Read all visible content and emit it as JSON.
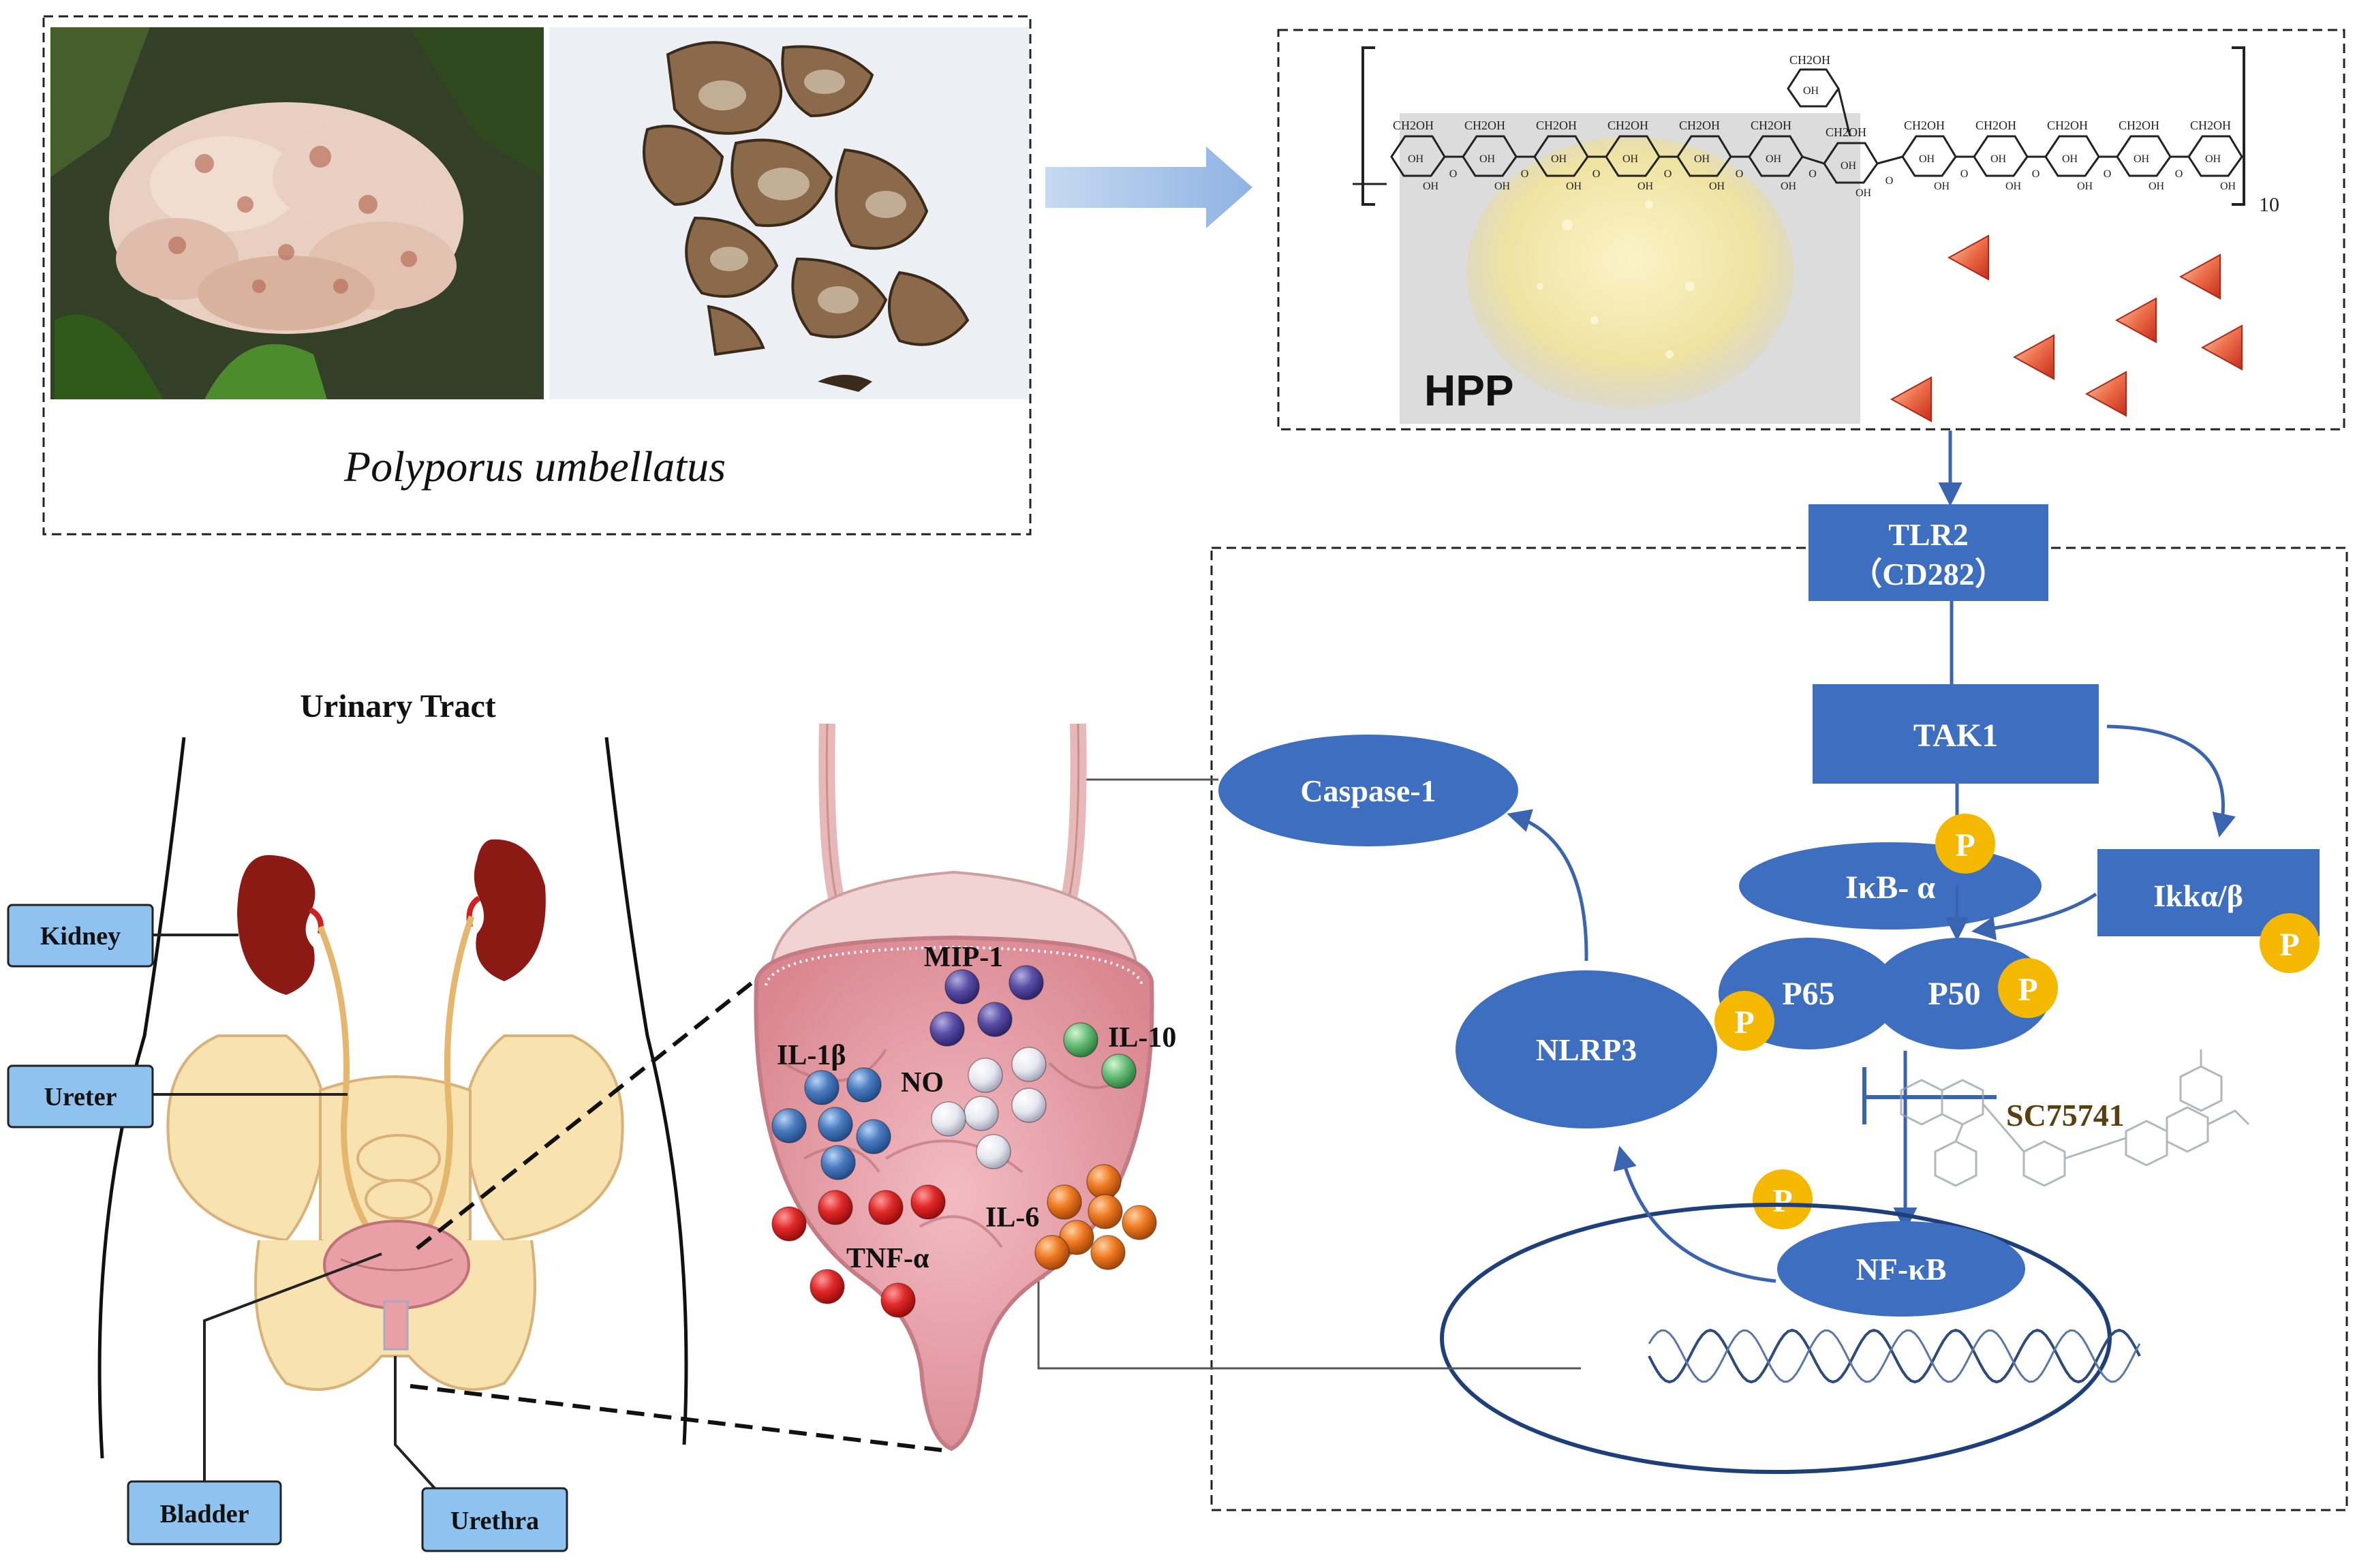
{
  "source": {
    "species": "Polyporus umbellatus"
  },
  "compound": {
    "label": "HPP",
    "repeat_subscript": "10",
    "ring_substituents": [
      "CH2OH",
      "OH",
      "OH",
      "O"
    ]
  },
  "anatomy": {
    "title": "Urinary Tract",
    "labels": {
      "kidney": "Kidney",
      "ureter": "Ureter",
      "bladder": "Bladder",
      "urethra": "Urethra"
    }
  },
  "cytokines": {
    "mip1": "MIP-1",
    "il10": "IL-10",
    "il1b": "IL-1β",
    "no": "NO",
    "il6": "IL-6",
    "tnfa": "TNF-α"
  },
  "pathway": {
    "tlr2_line1": "TLR2",
    "tlr2_line2": "（CD282）",
    "tak1": "TAK1",
    "ikba": "IκB- α",
    "ikkab": "Ikkα/β",
    "p65": "P65",
    "p50": "P50",
    "nlrp3": "NLRP3",
    "caspase1": "Caspase-1",
    "nfkb": "NF-κB",
    "inhibitor": "SC75741",
    "phospho": "P"
  },
  "colors": {
    "node_blue": "#3d6ebf",
    "arrow_blue": "#3a64b0",
    "label_box": "#8ec3f0",
    "phospho_yellow": "#f5b800",
    "kidney_red": "#8b1a14",
    "pelvis": "#f8e2b0",
    "bladder_pink": "#e8a0a6",
    "il1b_ball": "#4a7cc0",
    "mip1_ball": "#5b4ea6",
    "il10_ball": "#5cb56a",
    "no_ball": "#e4e4ee",
    "il6_ball": "#ef7a22",
    "tnfa_ball": "#d81e1e",
    "inhibitor_text": "#5a3f10"
  }
}
